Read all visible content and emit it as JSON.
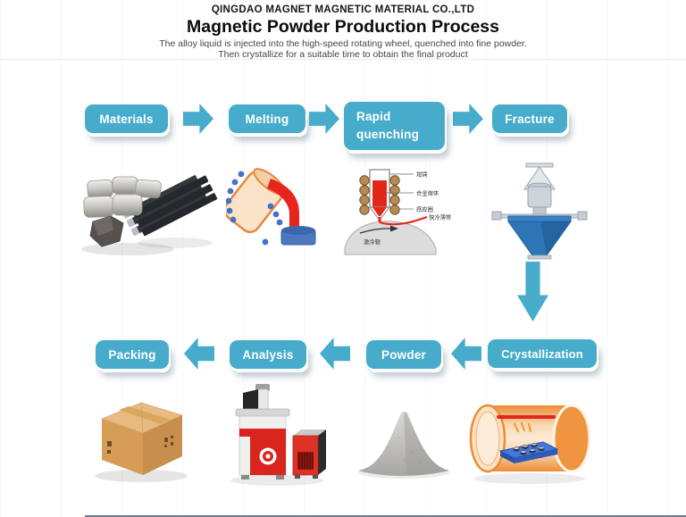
{
  "header": {
    "company": "QINGDAO MAGNET MAGNETIC MATERIAL CO.,LTD",
    "title": "Magnetic Powder Production Process",
    "subtitle1": "The alloy liquid is injected into the high-speed rotating wheel, quenched into fine powder.",
    "subtitle2": "Then crystallize for a suitable time to obtain the final product"
  },
  "steps": {
    "materials": "Materials",
    "melting": "Melting",
    "rapid_quenching": "Rapid quenching",
    "fracture": "Fracture",
    "crystallization": "Crystallization",
    "powder": "Powder",
    "analysis": "Analysis",
    "packing": "Packing"
  },
  "quench_diagram": {
    "label_crucible": "坩埚",
    "label_alloy_melt": "合金熔体",
    "label_induction_coil": "感应圈",
    "label_ribbon": "快冷薄带",
    "label_chill_roller": "激冷辊"
  },
  "colors": {
    "accent_teal": "#47ACCB",
    "molten_red": "#E3261A",
    "crucible_tan": "#FBE3CA",
    "mold_blue": "#4C78BE",
    "funnel_blue": "#2E75B6",
    "furnace_orange": "#ED8C38",
    "box_kraft": "#D79C55",
    "machine_red": "#DF3226"
  }
}
